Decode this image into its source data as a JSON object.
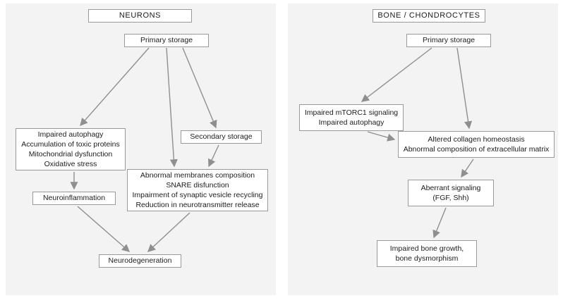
{
  "colors": {
    "panel_bg": "#f3f3f3",
    "box_border": "#9a9a9a",
    "arrow": "#8f8f8f",
    "text": "#1c1c1c"
  },
  "left_panel": {
    "title": "NEURONS",
    "nodes": {
      "primary_storage": "Primary storage",
      "impaired_autophagy": "Impaired autophagy\nAccumulation of toxic proteins\nMitochondrial dysfunction\nOxidative stress",
      "secondary_storage": "Secondary storage",
      "abnormal_membranes": "Abnormal membranes composition\nSNARE disfunction\nImpairment of synaptic vesicle recycling\nReduction in neurotransmitter release",
      "neuroinflammation": "Neuroinflammation",
      "neurodegeneration": "Neurodegeneration"
    },
    "edges": [
      {
        "from": "primary_storage",
        "to": "impaired_autophagy"
      },
      {
        "from": "primary_storage",
        "to": "abnormal_membranes"
      },
      {
        "from": "primary_storage",
        "to": "secondary_storage"
      },
      {
        "from": "secondary_storage",
        "to": "abnormal_membranes"
      },
      {
        "from": "impaired_autophagy",
        "to": "neuroinflammation"
      },
      {
        "from": "neuroinflammation",
        "to": "neurodegeneration"
      },
      {
        "from": "abnormal_membranes",
        "to": "neurodegeneration"
      }
    ]
  },
  "right_panel": {
    "title": "BONE / CHONDROCYTES",
    "nodes": {
      "primary_storage": "Primary storage",
      "impaired_mtorc1": "Impaired mTORC1 signaling\nImpaired autophagy",
      "altered_collagen": "Altered collagen homeostasis\nAbnormal composition of extracellular matrix",
      "aberrant_signaling": "Aberrant signaling\n(FGF, Shh)",
      "impaired_bone_growth": "Impaired bone growth,\nbone dysmorphism"
    },
    "edges": [
      {
        "from": "primary_storage",
        "to": "impaired_mtorc1"
      },
      {
        "from": "primary_storage",
        "to": "altered_collagen"
      },
      {
        "from": "impaired_mtorc1",
        "to": "altered_collagen"
      },
      {
        "from": "altered_collagen",
        "to": "aberrant_signaling"
      },
      {
        "from": "aberrant_signaling",
        "to": "impaired_bone_growth"
      }
    ]
  }
}
